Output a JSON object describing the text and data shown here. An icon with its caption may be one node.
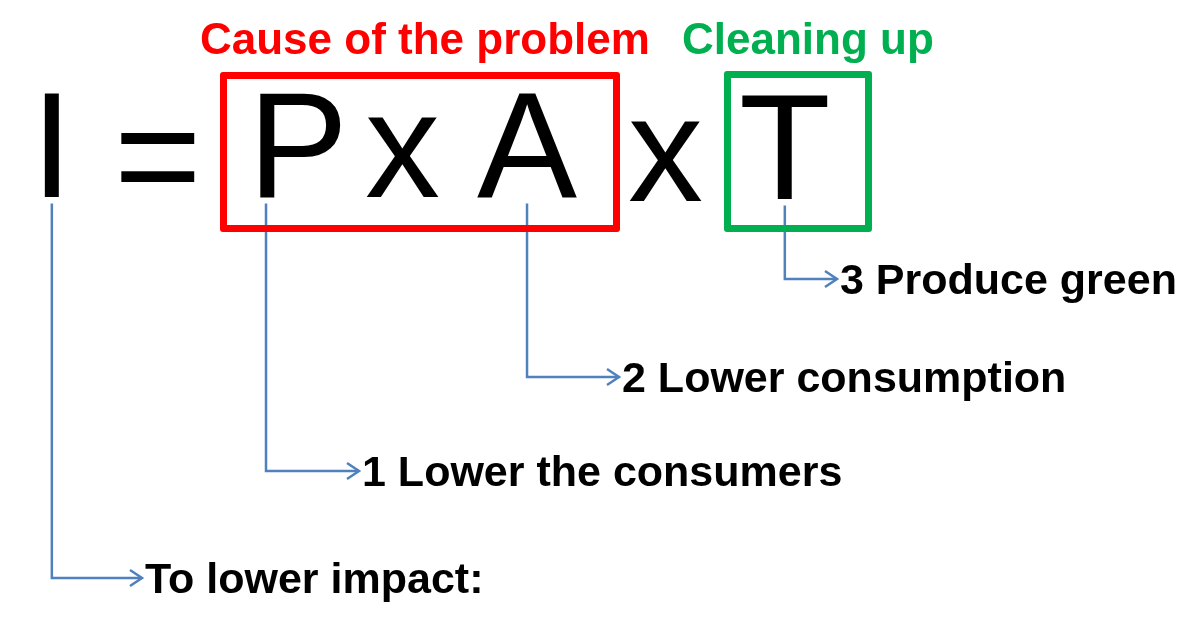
{
  "diagram": {
    "nodes": [
      {
        "text": [
          "Cause of the problem"
        ]
      },
      {
        "text": [
          "Cleaning up"
        ]
      },
      {
        "text": [
          "I"
        ]
      },
      {
        "text": [
          "P"
        ],
        "in": 0
      },
      {
        "text": [
          "A"
        ],
        "in": 0
      },
      {
        "text": [
          "T"
        ],
        "in": 1
      },
      {
        "text": [
          "3 Produce green"
        ]
      },
      {
        "text": [
          "2 Lower consumption"
        ]
      },
      {
        "text": [
          "1 Lower the consumers"
        ]
      },
      {
        "text": [
          "To lower impact:"
        ]
      }
    ],
    "edges": [
      {
        "from": 2,
        "to": 9,
        "arrow": "to"
      },
      {
        "from": 3,
        "to": 8,
        "arrow": "to"
      },
      {
        "from": 4,
        "to": 7,
        "arrow": "to"
      },
      {
        "from": 5,
        "to": 6,
        "arrow": "to"
      }
    ],
    "labels": [
      "=",
      "x",
      "x"
    ]
  }
}
